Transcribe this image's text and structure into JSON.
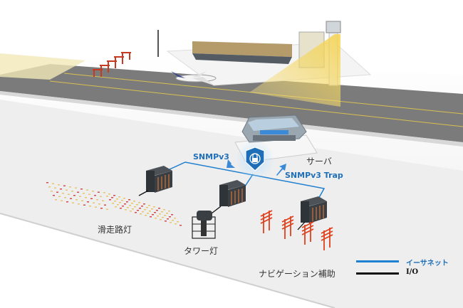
{
  "labels": {
    "server": "サーバ",
    "snmp": "SNMPv3",
    "snmp_trap": "SNMPv3 Trap",
    "runway_lights": "滑走路灯",
    "tower_lights": "タワー灯",
    "navigation_aids": "ナビゲーション補助"
  },
  "legend": {
    "items": [
      {
        "label": "イーサネット",
        "color": "#1f7fd0"
      },
      {
        "label": "I/O",
        "color": "#111111"
      }
    ]
  },
  "colors": {
    "ethernet": "#1f7fd0",
    "io": "#111111",
    "tower_beam": "#f5d24a",
    "nav_aid": "#e0401c"
  }
}
